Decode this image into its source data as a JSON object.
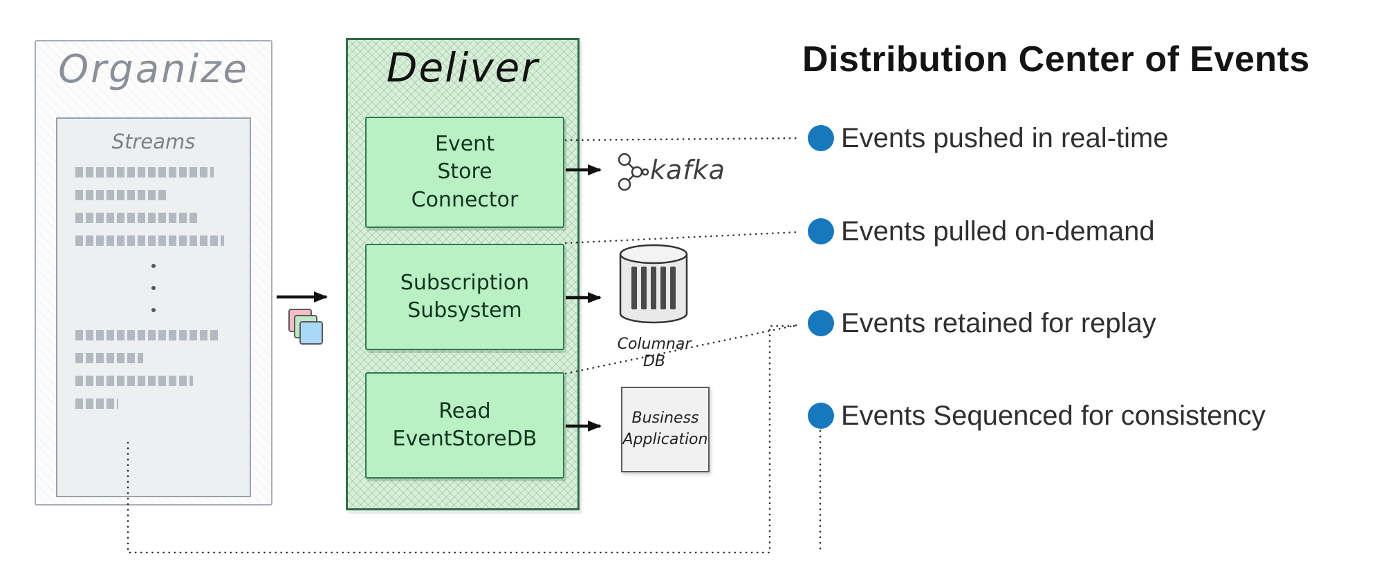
{
  "organize": {
    "title": "Organize",
    "streams_label": "Streams"
  },
  "deliver": {
    "title": "Deliver",
    "boxes": [
      {
        "label": "Event\nStore\nConnector"
      },
      {
        "label": "Subscription\nSubsystem"
      },
      {
        "label": "Read\nEventStoreDB"
      }
    ]
  },
  "targets": {
    "kafka_label": "kafka",
    "columnar_label": "Columnar DB",
    "business_label": "Business\nApplication"
  },
  "panel": {
    "title": "Distribution Center of Events",
    "bullets": [
      "Events pushed in real-time",
      "Events pulled on-demand",
      "Events retained for replay",
      "Events Sequenced for consistency"
    ],
    "bullet_color": "#1778be",
    "deliver_green": "#b9f0c4",
    "deliver_border": "#2e6b48"
  }
}
